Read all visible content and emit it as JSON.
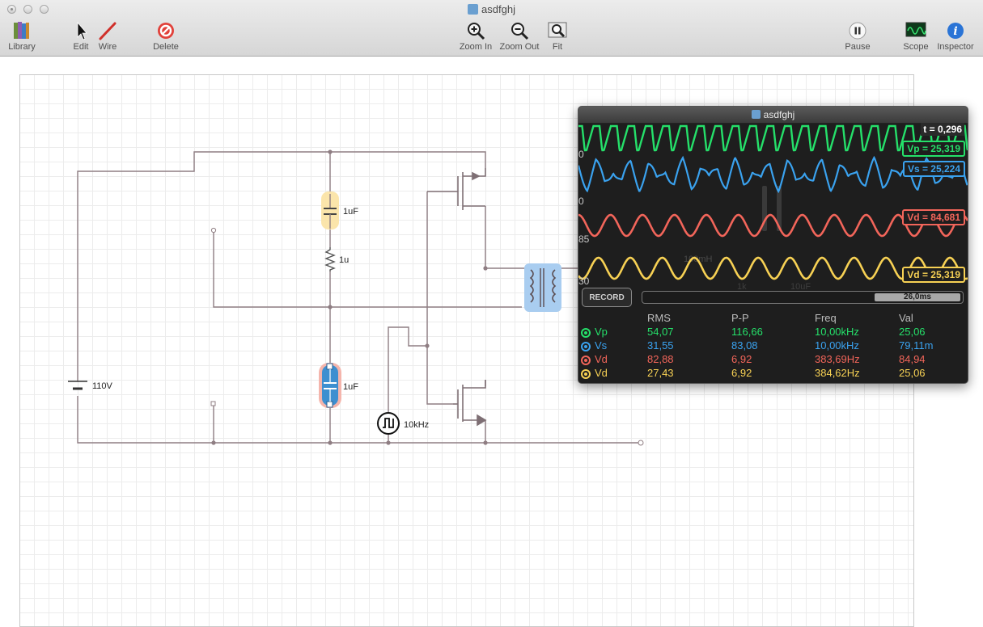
{
  "window": {
    "title": "asdfghj"
  },
  "toolbar": {
    "library": "Library",
    "edit": "Edit",
    "wire": "Wire",
    "delete": "Delete",
    "zoom_in": "Zoom In",
    "zoom_out": "Zoom Out",
    "fit": "Fit",
    "pause": "Pause",
    "scope": "Scope",
    "inspector": "Inspector"
  },
  "circuit": {
    "battery_label": "110V",
    "cap_top_label": "1uF",
    "resistor_label": "1u",
    "cap_bottom_label": "1uF",
    "source_label": "10kHz",
    "hidden_label_1": "100mH",
    "hidden_label_2": "1k",
    "hidden_label_3": "10uF"
  },
  "scope": {
    "title": "asdfghj",
    "t_readout": "t = 0,296",
    "badges": {
      "vp": "Vp = 25,319",
      "vs": "Vs = 25,224",
      "vd1": "Vd = 84,681",
      "vd2": "Vd = 25,319"
    },
    "axis_fragments": {
      "a": "0",
      "b": "0",
      "c": "85",
      "d": "30"
    },
    "record": "RECORD",
    "time_window": "26,0ms",
    "table_headers": [
      "RMS",
      "P-P",
      "Freq",
      "Val"
    ],
    "rows": [
      {
        "name": "Vp",
        "color": "#25e06a",
        "rms": "54,07",
        "pp": "116,66",
        "freq": "10,00kHz",
        "val": "25,06"
      },
      {
        "name": "Vs",
        "color": "#3aa2ef",
        "rms": "31,55",
        "pp": "83,08",
        "freq": "10,00kHz",
        "val": "79,11m"
      },
      {
        "name": "Vd",
        "color": "#f2655a",
        "rms": "82,88",
        "pp": "6,92",
        "freq": "383,69Hz",
        "val": "84,94"
      },
      {
        "name": "Vd",
        "color": "#f7d154",
        "rms": "27,43",
        "pp": "6,92",
        "freq": "384,62Hz",
        "val": "25,06"
      }
    ]
  }
}
